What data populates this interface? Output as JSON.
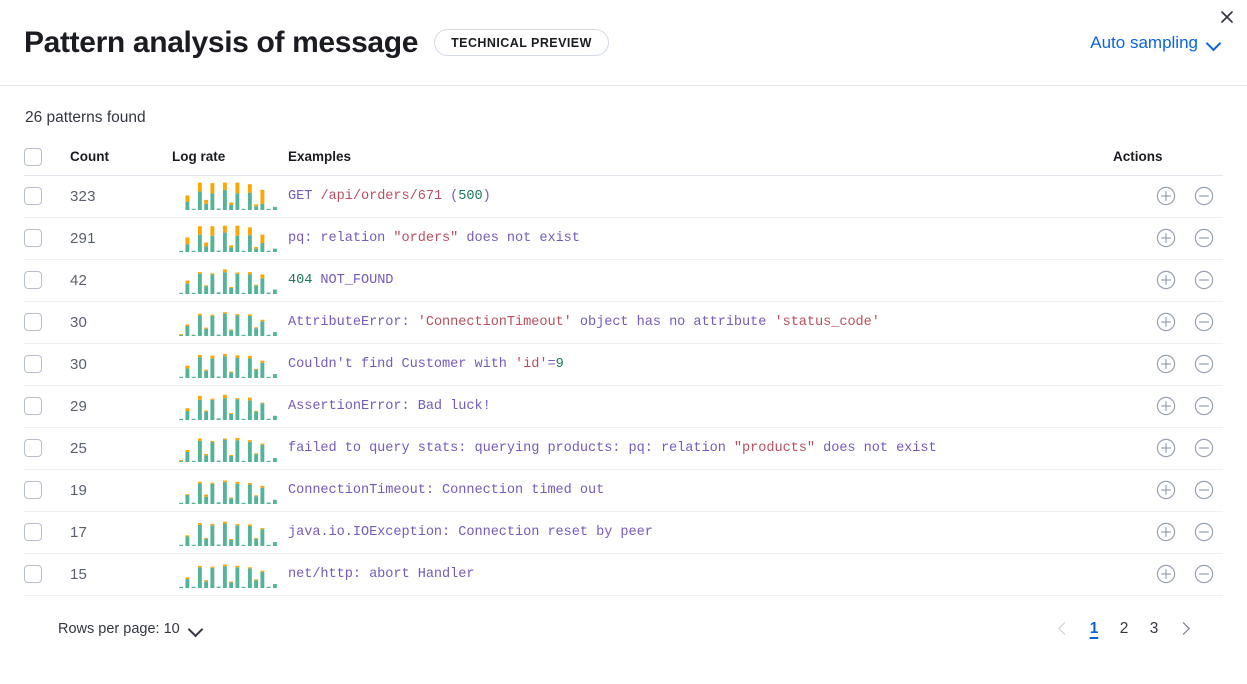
{
  "header": {
    "title": "Pattern analysis of message",
    "badge": "TECHNICAL PREVIEW",
    "sampling_label": "Auto sampling",
    "close_label": "×"
  },
  "summary": {
    "patterns_found": "26 patterns found"
  },
  "table": {
    "columns": {
      "count": "Count",
      "log_rate": "Log rate",
      "examples": "Examples",
      "actions": "Actions"
    },
    "rows": [
      {
        "count": "323",
        "tokens": [
          {
            "t": "GET ",
            "k": "plain"
          },
          {
            "t": "/api/orders/671",
            "k": "var"
          },
          {
            "t": " (",
            "k": "plain"
          },
          {
            "t": "500",
            "k": "num"
          },
          {
            "t": ")",
            "k": "plain"
          }
        ],
        "bars": [
          {
            "g": 0.0,
            "o": 0.0
          },
          {
            "g": 0.3,
            "o": 0.22
          },
          {
            "g": 0.03,
            "o": 0.0
          },
          {
            "g": 0.66,
            "o": 0.32
          },
          {
            "g": 0.22,
            "o": 0.14
          },
          {
            "g": 0.6,
            "o": 0.36
          },
          {
            "g": 0.05,
            "o": 0.0
          },
          {
            "g": 0.72,
            "o": 0.26
          },
          {
            "g": 0.18,
            "o": 0.09
          },
          {
            "g": 0.6,
            "o": 0.38
          },
          {
            "g": 0.02,
            "o": 0.0
          },
          {
            "g": 0.62,
            "o": 0.3
          },
          {
            "g": 0.13,
            "o": 0.07
          },
          {
            "g": 0.22,
            "o": 0.5
          },
          {
            "g": 0.04,
            "o": 0.0
          },
          {
            "g": 0.11,
            "o": 0.0
          }
        ]
      },
      {
        "count": "291",
        "tokens": [
          {
            "t": "pq: relation ",
            "k": "plain"
          },
          {
            "t": "\"orders\"",
            "k": "var"
          },
          {
            "t": " does not exist",
            "k": "plain"
          }
        ],
        "bars": [
          {
            "g": 0.02,
            "o": 0.0
          },
          {
            "g": 0.28,
            "o": 0.24
          },
          {
            "g": 0.03,
            "o": 0.0
          },
          {
            "g": 0.62,
            "o": 0.3
          },
          {
            "g": 0.2,
            "o": 0.14
          },
          {
            "g": 0.58,
            "o": 0.34
          },
          {
            "g": 0.05,
            "o": 0.0
          },
          {
            "g": 0.7,
            "o": 0.24
          },
          {
            "g": 0.16,
            "o": 0.08
          },
          {
            "g": 0.58,
            "o": 0.36
          },
          {
            "g": 0.02,
            "o": 0.0
          },
          {
            "g": 0.6,
            "o": 0.28
          },
          {
            "g": 0.12,
            "o": 0.06
          },
          {
            "g": 0.32,
            "o": 0.3
          },
          {
            "g": 0.04,
            "o": 0.0
          },
          {
            "g": 0.12,
            "o": 0.0
          }
        ]
      },
      {
        "count": "42",
        "tokens": [
          {
            "t": "404",
            "k": "num"
          },
          {
            "t": " NOT_FOUND",
            "k": "plain"
          }
        ],
        "bars": [
          {
            "g": 0.03,
            "o": 0.0
          },
          {
            "g": 0.38,
            "o": 0.1
          },
          {
            "g": 0.03,
            "o": 0.0
          },
          {
            "g": 0.72,
            "o": 0.06
          },
          {
            "g": 0.28,
            "o": 0.03
          },
          {
            "g": 0.7,
            "o": 0.04
          },
          {
            "g": 0.06,
            "o": 0.0
          },
          {
            "g": 0.78,
            "o": 0.1
          },
          {
            "g": 0.22,
            "o": 0.03
          },
          {
            "g": 0.72,
            "o": 0.05
          },
          {
            "g": 0.02,
            "o": 0.0
          },
          {
            "g": 0.7,
            "o": 0.08
          },
          {
            "g": 0.3,
            "o": 0.03
          },
          {
            "g": 0.56,
            "o": 0.14
          },
          {
            "g": 0.05,
            "o": 0.0
          },
          {
            "g": 0.16,
            "o": 0.0
          }
        ]
      },
      {
        "count": "30",
        "tokens": [
          {
            "t": "AttributeError: ",
            "k": "plain"
          },
          {
            "t": "'ConnectionTimeout'",
            "k": "var"
          },
          {
            "t": " object has no attribute ",
            "k": "plain"
          },
          {
            "t": "'status_code'",
            "k": "var"
          }
        ],
        "bars": [
          {
            "g": 0.02,
            "o": 0.03
          },
          {
            "g": 0.36,
            "o": 0.05
          },
          {
            "g": 0.03,
            "o": 0.0
          },
          {
            "g": 0.74,
            "o": 0.05
          },
          {
            "g": 0.26,
            "o": 0.04
          },
          {
            "g": 0.72,
            "o": 0.04
          },
          {
            "g": 0.05,
            "o": 0.0
          },
          {
            "g": 0.8,
            "o": 0.05
          },
          {
            "g": 0.2,
            "o": 0.03
          },
          {
            "g": 0.74,
            "o": 0.04
          },
          {
            "g": 0.02,
            "o": 0.0
          },
          {
            "g": 0.72,
            "o": 0.05
          },
          {
            "g": 0.28,
            "o": 0.03
          },
          {
            "g": 0.52,
            "o": 0.06
          },
          {
            "g": 0.04,
            "o": 0.0
          },
          {
            "g": 0.14,
            "o": 0.0
          }
        ]
      },
      {
        "count": "30",
        "tokens": [
          {
            "t": "Couldn't find Customer with ",
            "k": "plain"
          },
          {
            "t": "'id'",
            "k": "var"
          },
          {
            "t": "=",
            "k": "plain"
          },
          {
            "t": "9",
            "k": "num"
          }
        ],
        "bars": [
          {
            "g": 0.03,
            "o": 0.0
          },
          {
            "g": 0.34,
            "o": 0.1
          },
          {
            "g": 0.03,
            "o": 0.0
          },
          {
            "g": 0.74,
            "o": 0.08
          },
          {
            "g": 0.26,
            "o": 0.04
          },
          {
            "g": 0.7,
            "o": 0.1
          },
          {
            "g": 0.05,
            "o": 0.0
          },
          {
            "g": 0.78,
            "o": 0.08
          },
          {
            "g": 0.2,
            "o": 0.03
          },
          {
            "g": 0.72,
            "o": 0.09
          },
          {
            "g": 0.03,
            "o": 0.0
          },
          {
            "g": 0.7,
            "o": 0.09
          },
          {
            "g": 0.3,
            "o": 0.03
          },
          {
            "g": 0.54,
            "o": 0.08
          },
          {
            "g": 0.04,
            "o": 0.0
          },
          {
            "g": 0.14,
            "o": 0.0
          }
        ]
      },
      {
        "count": "29",
        "tokens": [
          {
            "t": "AssertionError: Bad luck!",
            "k": "plain"
          }
        ],
        "bars": [
          {
            "g": 0.04,
            "o": 0.0
          },
          {
            "g": 0.32,
            "o": 0.1
          },
          {
            "g": 0.03,
            "o": 0.0
          },
          {
            "g": 0.72,
            "o": 0.14
          },
          {
            "g": 0.3,
            "o": 0.04
          },
          {
            "g": 0.72,
            "o": 0.04
          },
          {
            "g": 0.06,
            "o": 0.0
          },
          {
            "g": 0.78,
            "o": 0.12
          },
          {
            "g": 0.22,
            "o": 0.03
          },
          {
            "g": 0.74,
            "o": 0.04
          },
          {
            "g": 0.03,
            "o": 0.0
          },
          {
            "g": 0.7,
            "o": 0.1
          },
          {
            "g": 0.3,
            "o": 0.03
          },
          {
            "g": 0.6,
            "o": 0.02
          },
          {
            "g": 0.04,
            "o": 0.0
          },
          {
            "g": 0.15,
            "o": 0.0
          }
        ]
      },
      {
        "count": "25",
        "tokens": [
          {
            "t": "failed to query stats: querying products: pq: relation ",
            "k": "plain"
          },
          {
            "t": "\"products\"",
            "k": "var"
          },
          {
            "t": " does not exist",
            "k": "plain"
          }
        ],
        "bars": [
          {
            "g": 0.02,
            "o": 0.03
          },
          {
            "g": 0.36,
            "o": 0.07
          },
          {
            "g": 0.03,
            "o": 0.0
          },
          {
            "g": 0.76,
            "o": 0.08
          },
          {
            "g": 0.24,
            "o": 0.05
          },
          {
            "g": 0.72,
            "o": 0.03
          },
          {
            "g": 0.05,
            "o": 0.0
          },
          {
            "g": 0.8,
            "o": 0.04
          },
          {
            "g": 0.22,
            "o": 0.03
          },
          {
            "g": 0.78,
            "o": 0.08
          },
          {
            "g": 0.04,
            "o": 0.0
          },
          {
            "g": 0.72,
            "o": 0.06
          },
          {
            "g": 0.28,
            "o": 0.03
          },
          {
            "g": 0.62,
            "o": 0.04
          },
          {
            "g": 0.04,
            "o": 0.0
          },
          {
            "g": 0.14,
            "o": 0.0
          }
        ]
      },
      {
        "count": "19",
        "tokens": [
          {
            "t": "ConnectionTimeout: Connection timed out",
            "k": "plain"
          }
        ],
        "bars": [
          {
            "g": 0.03,
            "o": 0.0
          },
          {
            "g": 0.32,
            "o": 0.03
          },
          {
            "g": 0.03,
            "o": 0.0
          },
          {
            "g": 0.74,
            "o": 0.05
          },
          {
            "g": 0.26,
            "o": 0.08
          },
          {
            "g": 0.72,
            "o": 0.04
          },
          {
            "g": 0.06,
            "o": 0.0
          },
          {
            "g": 0.78,
            "o": 0.06
          },
          {
            "g": 0.2,
            "o": 0.03
          },
          {
            "g": 0.72,
            "o": 0.07
          },
          {
            "g": 0.03,
            "o": 0.0
          },
          {
            "g": 0.7,
            "o": 0.05
          },
          {
            "g": 0.28,
            "o": 0.03
          },
          {
            "g": 0.58,
            "o": 0.07
          },
          {
            "g": 0.05,
            "o": 0.0
          },
          {
            "g": 0.15,
            "o": 0.0
          }
        ]
      },
      {
        "count": "17",
        "tokens": [
          {
            "t": "java.io.IOException: Connection reset by peer",
            "k": "plain"
          }
        ],
        "bars": [
          {
            "g": 0.04,
            "o": 0.0
          },
          {
            "g": 0.34,
            "o": 0.04
          },
          {
            "g": 0.03,
            "o": 0.0
          },
          {
            "g": 0.76,
            "o": 0.06
          },
          {
            "g": 0.26,
            "o": 0.03
          },
          {
            "g": 0.74,
            "o": 0.05
          },
          {
            "g": 0.05,
            "o": 0.0
          },
          {
            "g": 0.8,
            "o": 0.07
          },
          {
            "g": 0.22,
            "o": 0.03
          },
          {
            "g": 0.74,
            "o": 0.04
          },
          {
            "g": 0.04,
            "o": 0.0
          },
          {
            "g": 0.72,
            "o": 0.05
          },
          {
            "g": 0.26,
            "o": 0.03
          },
          {
            "g": 0.6,
            "o": 0.04
          },
          {
            "g": 0.04,
            "o": 0.0
          },
          {
            "g": 0.14,
            "o": 0.0
          }
        ]
      },
      {
        "count": "15",
        "tokens": [
          {
            "t": "net/http: abort Handler",
            "k": "plain"
          }
        ],
        "bars": [
          {
            "g": 0.03,
            "o": 0.0
          },
          {
            "g": 0.32,
            "o": 0.06
          },
          {
            "g": 0.03,
            "o": 0.0
          },
          {
            "g": 0.74,
            "o": 0.05
          },
          {
            "g": 0.24,
            "o": 0.04
          },
          {
            "g": 0.72,
            "o": 0.04
          },
          {
            "g": 0.05,
            "o": 0.0
          },
          {
            "g": 0.78,
            "o": 0.06
          },
          {
            "g": 0.2,
            "o": 0.03
          },
          {
            "g": 0.74,
            "o": 0.05
          },
          {
            "g": 0.03,
            "o": 0.0
          },
          {
            "g": 0.7,
            "o": 0.04
          },
          {
            "g": 0.28,
            "o": 0.03
          },
          {
            "g": 0.58,
            "o": 0.04
          },
          {
            "g": 0.04,
            "o": 0.0
          },
          {
            "g": 0.14,
            "o": 0.0
          }
        ]
      }
    ]
  },
  "footer": {
    "rows_per_page_label": "Rows per page: 10",
    "pages": [
      "1",
      "2",
      "3"
    ],
    "active_page": "1"
  },
  "colors": {
    "bar_green": "#54b399",
    "bar_orange": "#ffa500",
    "link": "#0b64dd",
    "token_plain": "#765bbd",
    "token_var": "#bb4f5f",
    "token_num": "#1b7a5a"
  }
}
